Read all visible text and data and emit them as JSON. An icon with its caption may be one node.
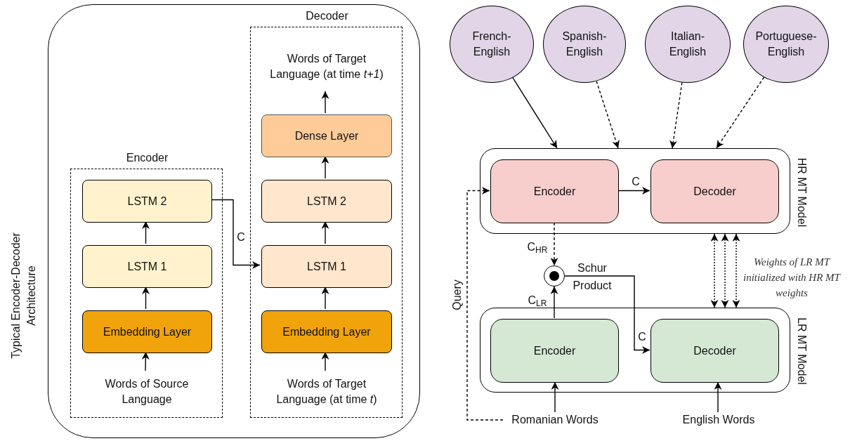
{
  "diagram": {
    "nodes": [
      {
        "text": [
          "Typical Encoder-Decoder Architecture"
        ]
      },
      {
        "text": [
          "Encoder"
        ],
        "in": 0
      },
      {
        "text": [
          "LSTM 2"
        ],
        "in": 1
      },
      {
        "text": [
          "LSTM 1"
        ],
        "in": 1
      },
      {
        "text": [
          "Embedding Layer"
        ],
        "in": 1
      },
      {
        "text": [
          "Words of Source Language"
        ],
        "in": 1
      },
      {
        "text": [
          "Decoder"
        ],
        "in": 0
      },
      {
        "text": [
          "Words of Target Language (at time *t+1*)"
        ],
        "in": 6
      },
      {
        "text": [
          "Dense Layer"
        ],
        "in": 6
      },
      {
        "text": [
          "LSTM 2"
        ],
        "in": 6
      },
      {
        "text": [
          "LSTM 1"
        ],
        "in": 6
      },
      {
        "text": [
          "Embedding Layer"
        ],
        "in": 6
      },
      {
        "text": [
          "Words of Target Language (at time *t*)"
        ],
        "in": 6
      },
      {
        "text": [
          "French-English"
        ]
      },
      {
        "text": [
          "Spanish-English"
        ]
      },
      {
        "text": [
          "Italian-English"
        ]
      },
      {
        "text": [
          "Portuguese-English"
        ]
      },
      {
        "text": [
          "HR MT Model"
        ]
      },
      {
        "text": [
          "Encoder"
        ],
        "in": 17
      },
      {
        "text": [
          "Decoder"
        ],
        "in": 17
      },
      {
        "text": [],
        "shape": "circle",
        "beside": [
          "Schur Product"
        ]
      },
      {
        "text": [
          "LR MT Model"
        ]
      },
      {
        "text": [
          "Encoder"
        ],
        "in": 21
      },
      {
        "text": [
          "Decoder"
        ],
        "in": 21
      },
      {
        "text": [
          "Romanian Words"
        ]
      },
      {
        "text": [
          "English Words"
        ]
      }
    ],
    "edges": [
      {
        "from": 5,
        "to": 4,
        "arrow": "to"
      },
      {
        "from": 4,
        "to": 3,
        "arrow": "to"
      },
      {
        "from": 3,
        "to": 2,
        "arrow": "to"
      },
      {
        "from": 2,
        "to": 10,
        "arrow": "to",
        "label": "C"
      },
      {
        "from": 12,
        "to": 11,
        "arrow": "to"
      },
      {
        "from": 11,
        "to": 10,
        "arrow": "to"
      },
      {
        "from": 10,
        "to": 9,
        "arrow": "to"
      },
      {
        "from": 9,
        "to": 8,
        "arrow": "to"
      },
      {
        "from": 8,
        "to": 7,
        "arrow": "to"
      },
      {
        "from": 13,
        "to": 17,
        "arrow": "to"
      },
      {
        "from": 14,
        "to": 17,
        "arrow": "to",
        "style": "dashed"
      },
      {
        "from": 15,
        "to": 17,
        "arrow": "to",
        "style": "dashed"
      },
      {
        "from": 16,
        "to": 17,
        "arrow": "to",
        "style": "dashed"
      },
      {
        "from": 18,
        "to": 19,
        "arrow": "to",
        "label": "C"
      },
      {
        "from": 18,
        "to": 20,
        "arrow": "to",
        "style": "dashed",
        "label": "C$_{HR}$"
      },
      {
        "from": 22,
        "to": 20,
        "arrow": "to",
        "label": "C$_{LR}$"
      },
      {
        "from": 20,
        "to": 23,
        "arrow": "to",
        "label": "C"
      },
      {
        "from": 17,
        "to": 21,
        "arrow": "both",
        "style": "dashed"
      },
      {
        "from": 17,
        "to": 21,
        "arrow": "both",
        "style": "dashed"
      },
      {
        "from": 17,
        "to": 21,
        "arrow": "both",
        "style": "dashed"
      },
      {
        "from": 24,
        "to": 22,
        "arrow": "to"
      },
      {
        "from": 25,
        "to": 23,
        "arrow": "to"
      },
      {
        "from": 24,
        "to": 18,
        "arrow": "to",
        "style": "dashed",
        "label": "Query"
      }
    ],
    "labels": [
      "Weights of LR MT initialized with HR MT weights"
    ]
  }
}
